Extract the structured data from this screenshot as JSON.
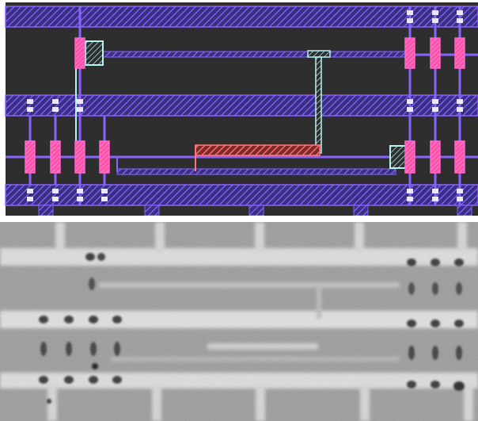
{
  "figure": {
    "panels": [
      {
        "id": "layout",
        "kind": "cad-layout-view"
      },
      {
        "id": "sem",
        "kind": "grayscale-micrograph"
      }
    ],
    "colors": {
      "background": "#2e2e2e",
      "metal_outline": "#8a63ff",
      "metal_hatch": "#6a4ce0",
      "contact_outline": "#ff66cc",
      "contact_fill": "#ff4fa8",
      "via_outline": "#b8f2f2",
      "highlight_line": "#ff7777",
      "highlight_hatch": "#e05a5a",
      "micrograph_base": "#9a9a9a",
      "micrograph_light": "#e6e6e6",
      "micrograph_dark": "#2a2a2a"
    }
  }
}
